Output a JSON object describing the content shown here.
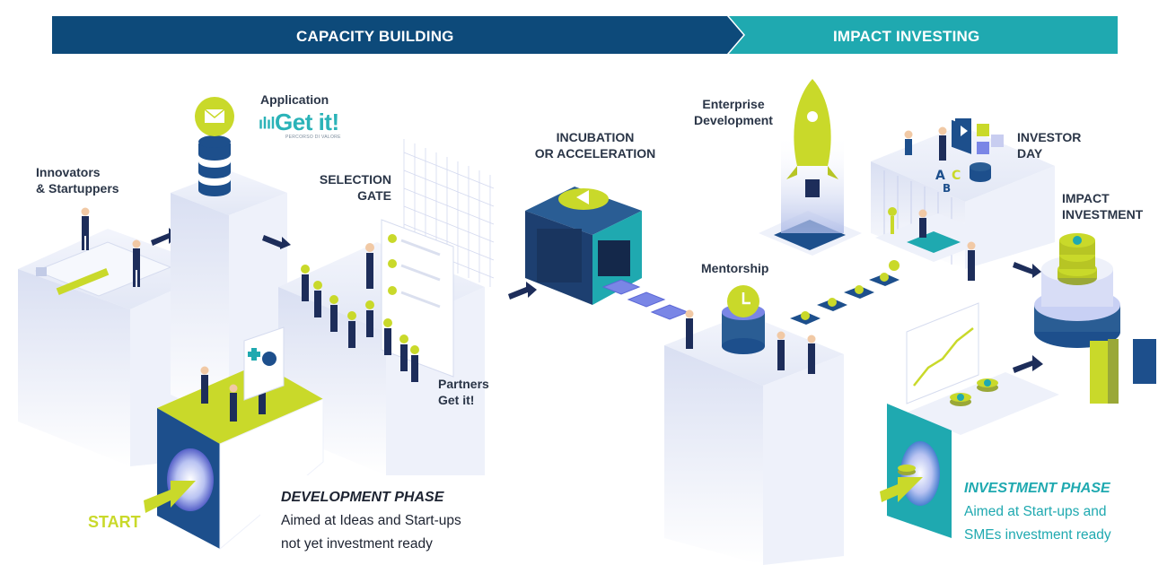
{
  "banner": {
    "left_label": "CAPACITY BUILDING",
    "right_label": "IMPACT INVESTING"
  },
  "labels": {
    "innovators": [
      "Innovators",
      "& Startuppers"
    ],
    "application": "Application",
    "getit_logo": "Get it!",
    "getit_tagline": "PERCORSO DI VALORE",
    "selection_gate": [
      "SELECTION",
      "GATE"
    ],
    "incubation": [
      "INCUBATION",
      "OR ACCELERATION"
    ],
    "enterprise_development": [
      "Enterprise",
      "Development"
    ],
    "investor_day": [
      "INVESTOR",
      "DAY"
    ],
    "impact_investment": [
      "IMPACT",
      "INVESTMENT"
    ],
    "mentorship": "Mentorship",
    "partners": [
      "Partners",
      "Get it!"
    ],
    "start": "START"
  },
  "phases": {
    "development": {
      "title": "DEVELOPMENT PHASE",
      "description": [
        "Aimed at Ideas and Start-ups",
        "not yet investment ready"
      ]
    },
    "investment": {
      "title": "INVESTMENT PHASE",
      "description": [
        "Aimed at Start-ups and",
        "SMEs investment ready"
      ]
    }
  },
  "colors": {
    "navy": "#0d4a7a",
    "teal": "#1fa9b0",
    "lime": "#c9d92a",
    "dark_text": "#2a3547",
    "block": "#e4e9f6"
  }
}
